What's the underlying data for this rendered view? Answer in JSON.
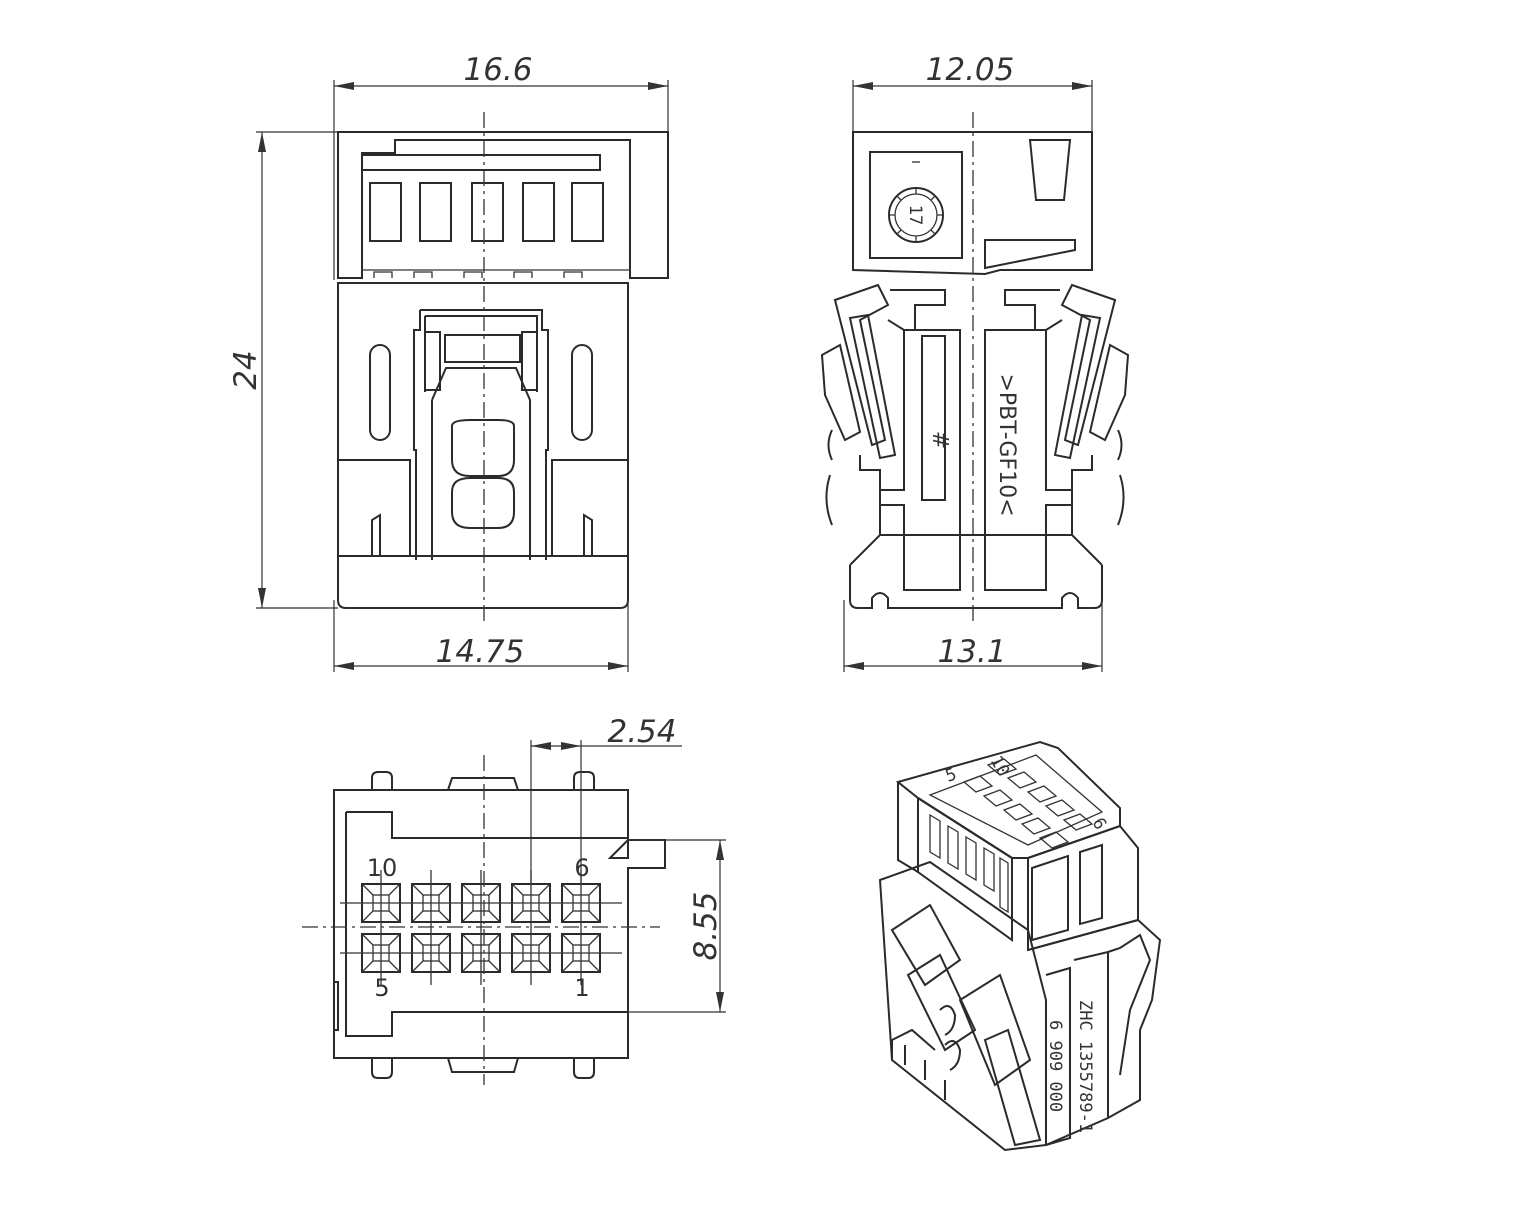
{
  "dimensions": {
    "top_width": "16.6",
    "height": "24",
    "bottom_width": "14.75",
    "side_top_width": "12.05",
    "side_bottom_width": "13.1",
    "pitch": "2.54",
    "row_span": "8.55"
  },
  "pins": {
    "top_left": "10",
    "top_right": "6",
    "bottom_left": "5",
    "bottom_right": "1"
  },
  "markings": {
    "material": ">PBT-GF10<",
    "hash": "#",
    "date_dial": "17",
    "iso_pin_a": "5",
    "iso_pin_b": "6",
    "iso_pin_c": "10",
    "part_line1": "ZHC 1355789-1",
    "part_line2": "6 909 000"
  }
}
